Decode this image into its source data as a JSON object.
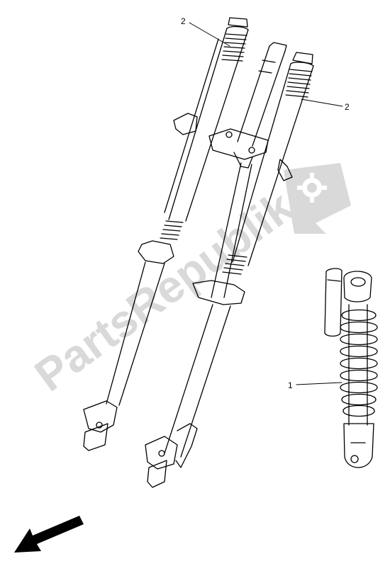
{
  "diagram": {
    "parts": [
      {
        "id": "shock_absorber",
        "callout": "1"
      },
      {
        "id": "fork_left",
        "callout": "2"
      },
      {
        "id": "fork_right",
        "callout": "2"
      }
    ]
  },
  "watermark": {
    "text": "PartsRepublik",
    "icon": "gear-flag-icon"
  },
  "direction_arrow": {
    "icon": "arrow-down-left-icon"
  },
  "colors": {
    "line": "#000000",
    "watermark": "#d9d9d9",
    "background": "#ffffff"
  }
}
